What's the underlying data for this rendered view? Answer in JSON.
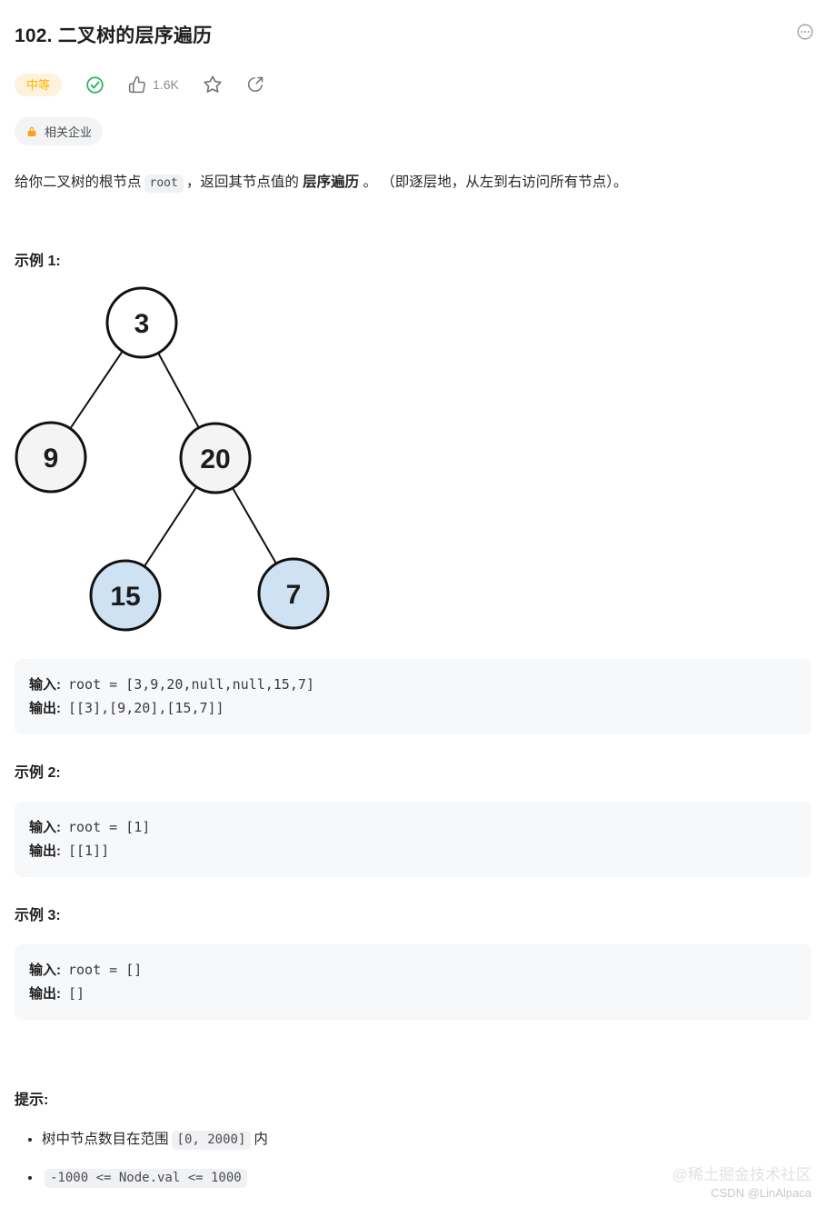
{
  "header": {
    "title": "102. 二叉树的层序遍历"
  },
  "meta": {
    "difficulty": "中等",
    "difficulty_text_color": "#ffb400",
    "difficulty_bg_color": "#fdf3dc",
    "solved_icon": "check-circle-icon",
    "solved_color": "#2db55d",
    "likes": "1.6K",
    "icon_color": "#737373"
  },
  "tags": {
    "company_label": "相关企业",
    "lock_color": "#ffa116"
  },
  "description": {
    "part1": "给你二叉树的根节点",
    "inline_code": "root",
    "part2": "，返回其节点值的 ",
    "bold": "层序遍历",
    "part3": " 。 （即逐层地，从左到右访问所有节点）。"
  },
  "labels": {
    "input": "输入:",
    "output": "输出:"
  },
  "examples": [
    {
      "heading": "示例 1:",
      "input": "root = [3,9,20,null,null,15,7]",
      "output": "[[3],[9,20],[15,7]]"
    },
    {
      "heading": "示例 2:",
      "input": "root = [1]",
      "output": "[[1]]"
    },
    {
      "heading": "示例 3:",
      "input": "root = []",
      "output": "[]"
    }
  ],
  "tree": {
    "edge_color": "#111111",
    "node_border_color": "#111111",
    "nodes": [
      {
        "value": "3",
        "fill": "#ffffff"
      },
      {
        "value": "9",
        "fill": "#f4f4f4"
      },
      {
        "value": "20",
        "fill": "#f4f4f4"
      },
      {
        "value": "15",
        "fill": "#cfe2f3"
      },
      {
        "value": "7",
        "fill": "#cfe2f3"
      }
    ]
  },
  "constraints": {
    "heading": "提示:",
    "item1_prefix": "树中节点数目在范围",
    "item1_code": "[0, 2000]",
    "item1_suffix": "内",
    "item2_code": "-1000 <= Node.val <= 1000"
  },
  "watermark": {
    "line1": "@稀土掘金技术社区",
    "line2": "CSDN @LinAlpaca"
  }
}
